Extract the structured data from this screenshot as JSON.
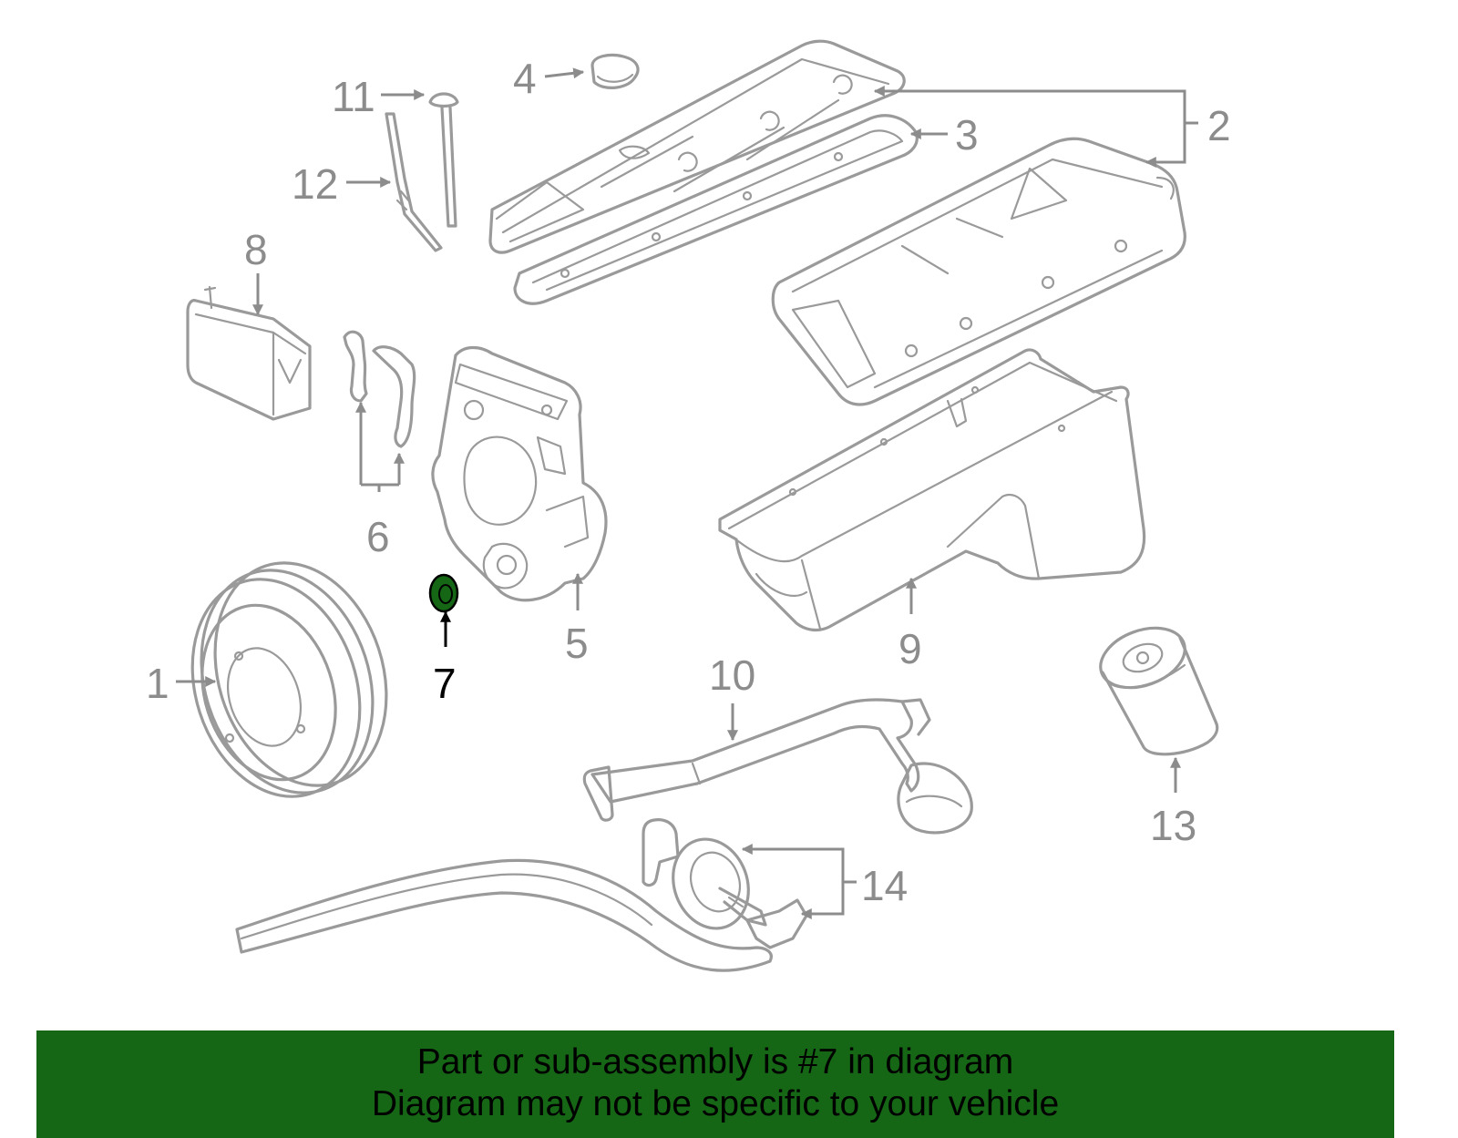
{
  "callouts": {
    "c1": "1",
    "c2": "2",
    "c3": "3",
    "c4": "4",
    "c5": "5",
    "c6": "6",
    "c7": "7",
    "c8": "8",
    "c9": "9",
    "c10": "10",
    "c11": "11",
    "c12": "12",
    "c13": "13",
    "c14": "14"
  },
  "highlight": {
    "part": "7",
    "color": "#156615"
  },
  "banner": {
    "line1": "Part or sub-assembly is #7 in diagram",
    "line2": "Diagram may not be specific to your vehicle",
    "background": "#156615"
  }
}
